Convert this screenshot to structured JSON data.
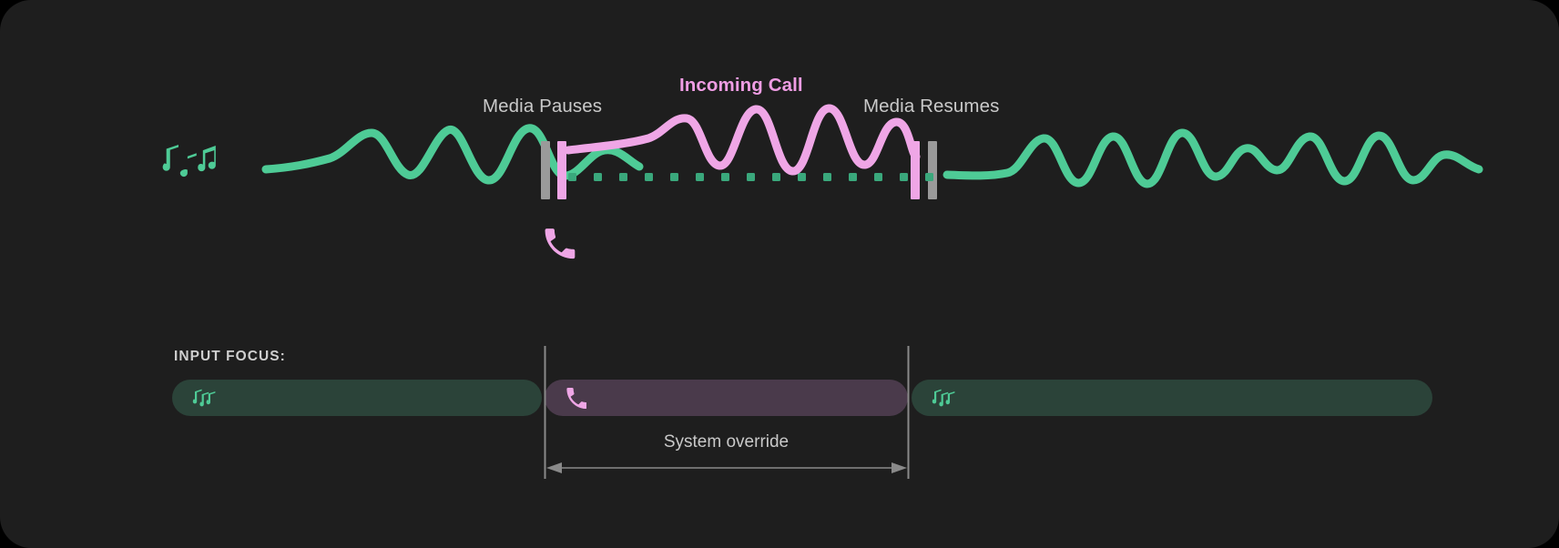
{
  "theme": {
    "card_bg": "#1e1e1e",
    "page_bg": "#000000",
    "media_accent": "#4ecb96",
    "call_accent": "#efa6e6",
    "media_bar_fill": "#2b4339",
    "call_bar_fill": "#4a3a4b",
    "marker_gray": "#9a9a9a",
    "label_gray": "#c9c9c9"
  },
  "timeline": {
    "labels": {
      "media_pauses": "Media Pauses",
      "incoming_call": "Incoming Call",
      "media_resumes": "Media Resumes"
    },
    "icons": {
      "music": "music-notes-icon",
      "phone": "phone-handset-icon"
    },
    "segments": [
      {
        "name": "media-playing-before",
        "kind": "media",
        "color": "#4ecb96"
      },
      {
        "name": "call-interrupt",
        "kind": "call",
        "color": "#efa6e6"
      },
      {
        "name": "media-playing-after",
        "kind": "media",
        "color": "#4ecb96"
      }
    ],
    "muted_track": {
      "name": "media-muted-dotted-track",
      "color": "#3aa87c",
      "dots": 20
    }
  },
  "focus": {
    "heading": "INPUT FOCUS:",
    "bars": [
      {
        "name": "focus-bar-media-before",
        "icon": "music-notes-icon",
        "fill": "#2b4339"
      },
      {
        "name": "focus-bar-call",
        "icon": "phone-handset-icon",
        "fill": "#4a3a4b"
      },
      {
        "name": "focus-bar-media-after",
        "icon": "music-notes-icon",
        "fill": "#2b4339"
      }
    ],
    "override": {
      "label": "System override",
      "arrow": "double-headed-arrow"
    }
  }
}
